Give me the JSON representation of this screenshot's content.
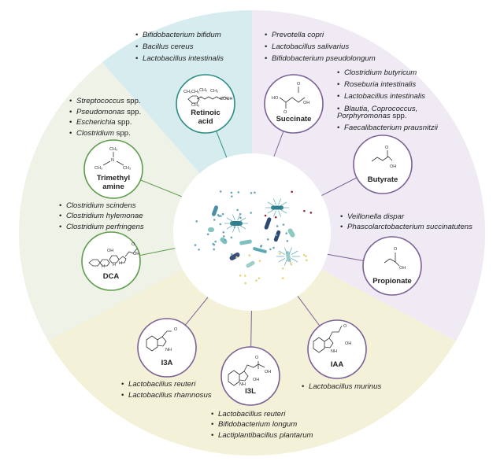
{
  "colors": {
    "sector_blue": "#d6ecef",
    "sector_purple": "#efeaf4",
    "sector_yellow": "#f3f1d8",
    "sector_green": "#eef2e7",
    "teal_border": "#2c8c87",
    "purple_border": "#7b6194",
    "green_border": "#5f9c4c"
  },
  "metabolites": [
    {
      "id": "retinoic",
      "title": [
        "Retinoic",
        "acid"
      ],
      "color": "teal",
      "labels": [
        "CH₃",
        "CH₃",
        "CH₃",
        "CH₃",
        "COOH",
        "CH₃"
      ]
    },
    {
      "id": "succinate",
      "title": [
        "Succinate"
      ],
      "color": "purple",
      "labels": [
        "HO",
        "O",
        "O",
        "OH"
      ]
    },
    {
      "id": "trimethylamine",
      "title": [
        "Trimethyl",
        "amine"
      ],
      "color": "green",
      "labels": [
        "CH₃",
        "N",
        "CH₃",
        "CH₃"
      ]
    },
    {
      "id": "butyrate",
      "title": [
        "Butyrate"
      ],
      "color": "purple",
      "labels": [
        "O",
        "OH"
      ]
    },
    {
      "id": "dca",
      "title": [
        "DCA"
      ],
      "color": "green",
      "labels": [
        "OH",
        "O",
        "OH",
        "H",
        "H",
        "H"
      ]
    },
    {
      "id": "propionate",
      "title": [
        "Propionate"
      ],
      "color": "purple",
      "labels": [
        "O",
        "OH"
      ]
    },
    {
      "id": "i3a",
      "title": [
        "I3A"
      ],
      "color": "purple",
      "labels": [
        "O",
        "NH"
      ]
    },
    {
      "id": "i3l",
      "title": [
        "I3L"
      ],
      "color": "purple",
      "labels": [
        "O",
        "OH",
        "OH",
        "NH"
      ]
    },
    {
      "id": "iaa",
      "title": [
        "IAA"
      ],
      "color": "purple",
      "labels": [
        "O",
        "OH",
        "NH"
      ]
    }
  ],
  "lists": {
    "retinoic": [
      {
        "name": "Bifidobacterium bifidum",
        "suffix": ""
      },
      {
        "name": "Bacillus cereus",
        "suffix": ""
      },
      {
        "name": "Lactobacillus intestinalis",
        "suffix": ""
      }
    ],
    "succinate_top": [
      {
        "name": "Prevotella copri",
        "suffix": ""
      },
      {
        "name": "Lactobacillus salivarius",
        "suffix": ""
      },
      {
        "name": "Bifidobacterium pseudolongum",
        "suffix": ""
      }
    ],
    "butyrate": [
      {
        "name": "Clostridium butyricum",
        "suffix": ""
      },
      {
        "name": "Roseburia intestinalis",
        "suffix": ""
      },
      {
        "name": "Lactobacillus intestinalis",
        "suffix": ""
      },
      {
        "name": "Blautia, Coprococcus, Porphyromonas",
        "suffix": " spp."
      },
      {
        "name": "Faecalibacterium prausnitzii",
        "suffix": ""
      }
    ],
    "trimethylamine": [
      {
        "name": "Streptococcus",
        "suffix": " spp."
      },
      {
        "name": "Pseudomonas",
        "suffix": " spp."
      },
      {
        "name": "Escherichia",
        "suffix": " spp."
      },
      {
        "name": "Clostridium",
        "suffix": " spp."
      }
    ],
    "dca": [
      {
        "name": "Clostridium scindens",
        "suffix": ""
      },
      {
        "name": "Clostridium hylemonae",
        "suffix": ""
      },
      {
        "name": "Clostridium perfringens",
        "suffix": ""
      }
    ],
    "propionate": [
      {
        "name": "Veillonella dispar",
        "suffix": ""
      },
      {
        "name": "Phascolarctobacterium succinatutens",
        "suffix": ""
      }
    ],
    "i3a": [
      {
        "name": "Lactobacillus reuteri",
        "suffix": ""
      },
      {
        "name": "Lactobacillus rhamnosus",
        "suffix": ""
      }
    ],
    "i3l": [
      {
        "name": "Lactobacillus reuteri",
        "suffix": ""
      },
      {
        "name": "Bifidobacterium longum",
        "suffix": ""
      },
      {
        "name": "Lactiplantibacillus plantarum",
        "suffix": ""
      }
    ],
    "iaa": [
      {
        "name": "Lactobacillus murinus",
        "suffix": ""
      }
    ]
  }
}
